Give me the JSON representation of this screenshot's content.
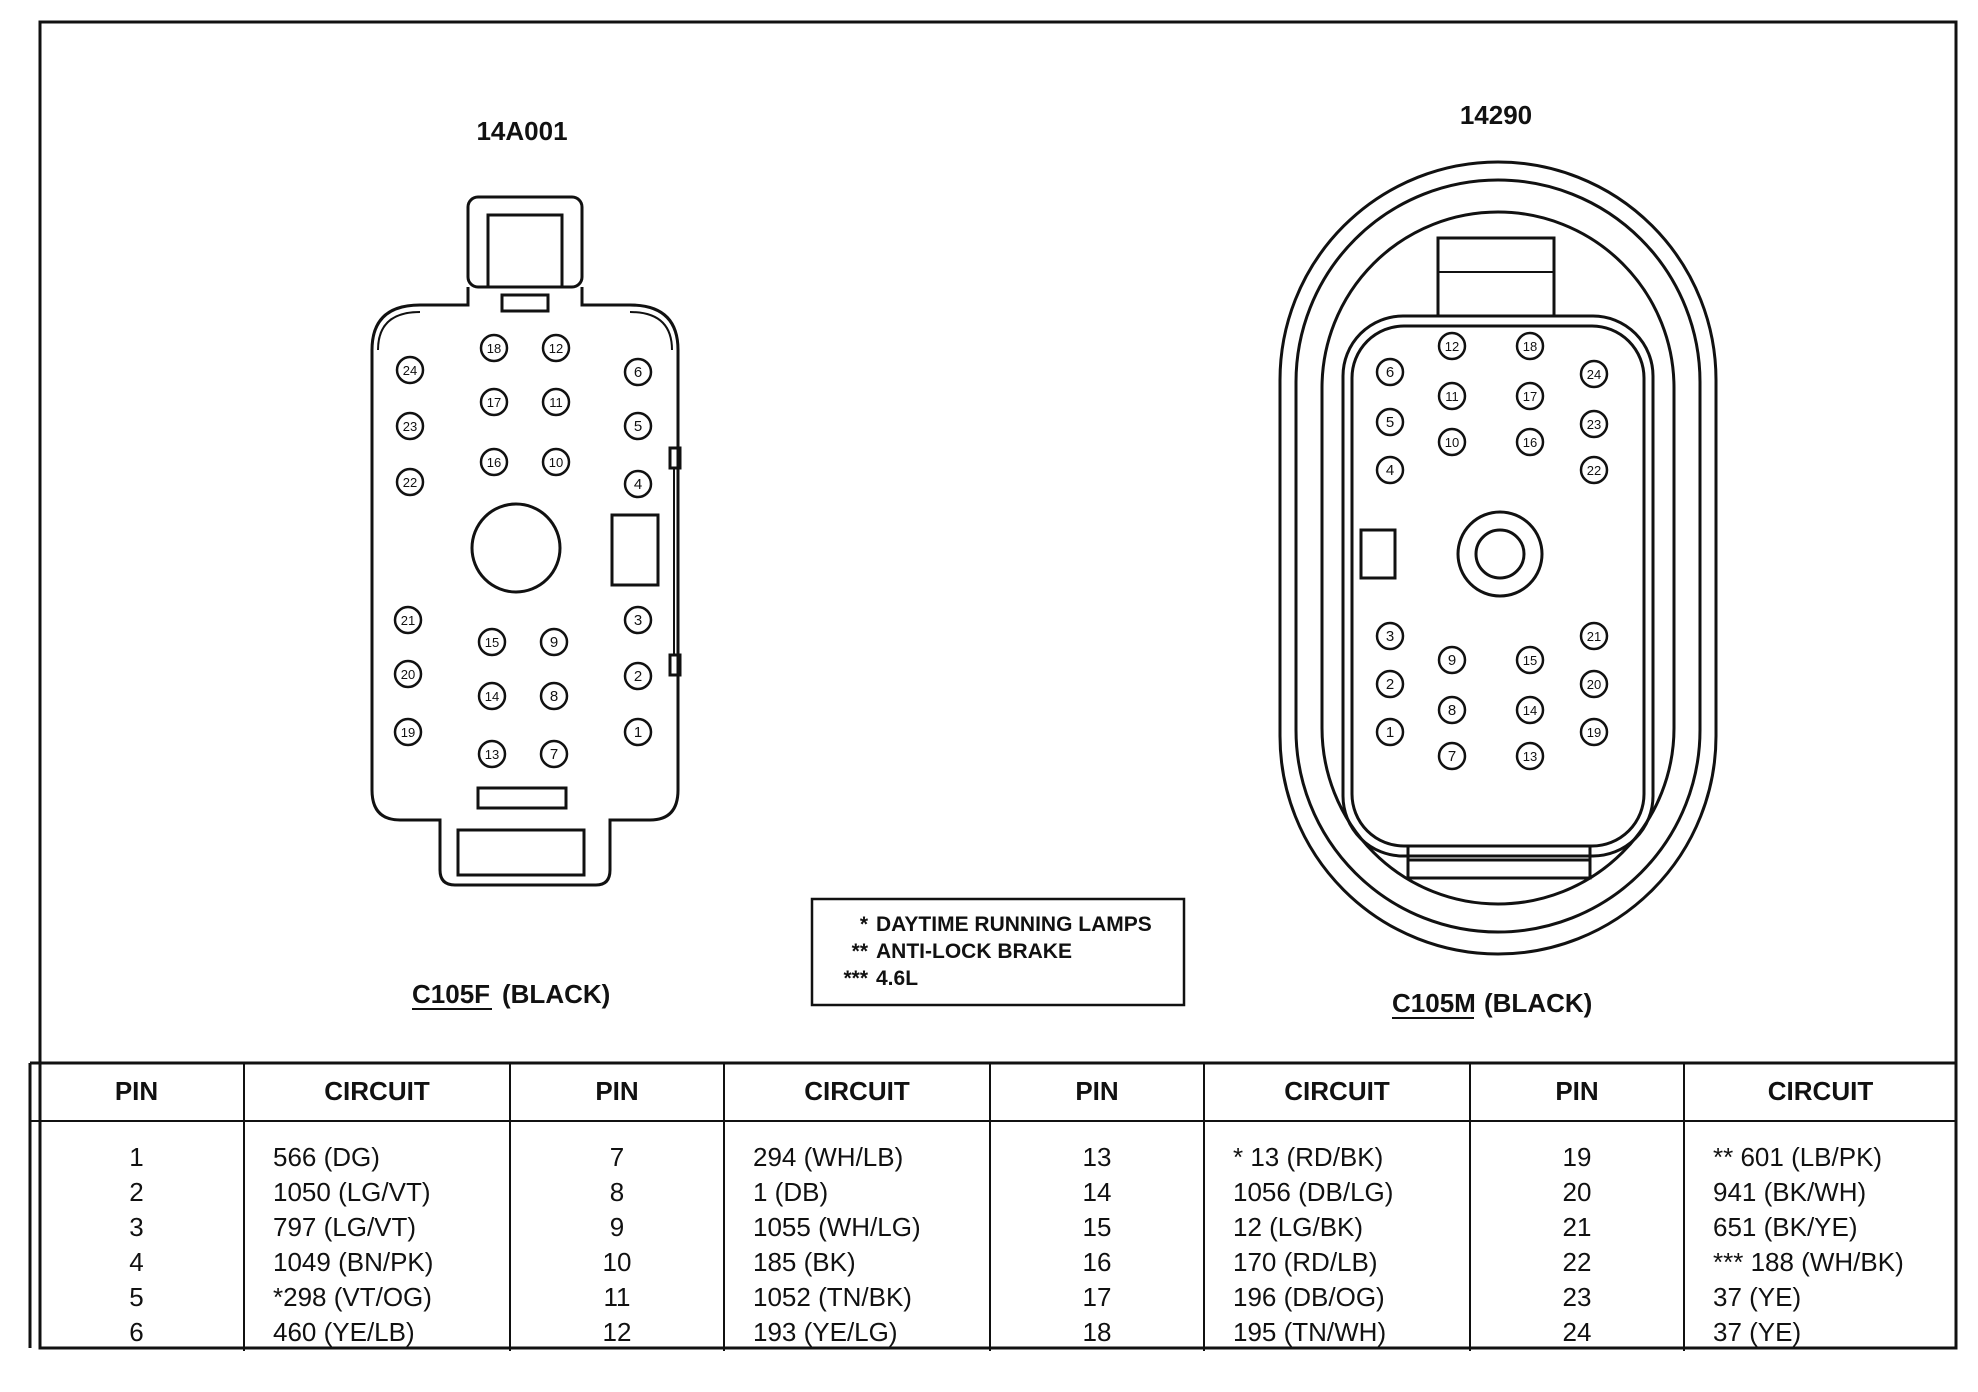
{
  "connectors": {
    "left": {
      "part_number": "14A001",
      "name": "C105F",
      "color": "(BLACK)"
    },
    "right": {
      "part_number": "14290",
      "name": "C105M",
      "color": "(BLACK)"
    }
  },
  "legend": [
    {
      "mark": "*",
      "text": "DAYTIME RUNNING LAMPS"
    },
    {
      "mark": "**",
      "text": "ANTI-LOCK BRAKE"
    },
    {
      "mark": "***",
      "text": "4.6L"
    }
  ],
  "table": {
    "pin_header": "PIN",
    "circuit_header": "CIRCUIT",
    "groups": [
      {
        "pins": [
          "1",
          "2",
          "3",
          "4",
          "5",
          "6"
        ],
        "circuits": [
          "566 (DG)",
          "1050 (LG/VT)",
          "797 (LG/VT)",
          "1049 (BN/PK)",
          "*298 (VT/OG)",
          "460 (YE/LB)"
        ]
      },
      {
        "pins": [
          "7",
          "8",
          "9",
          "10",
          "11",
          "12"
        ],
        "circuits": [
          "294 (WH/LB)",
          "1 (DB)",
          "1055 (WH/LG)",
          "185 (BK)",
          "1052 (TN/BK)",
          "193 (YE/LG)"
        ]
      },
      {
        "pins": [
          "13",
          "14",
          "15",
          "16",
          "17",
          "18"
        ],
        "circuits": [
          "* 13 (RD/BK)",
          "1056 (DB/LG)",
          "12 (LG/BK)",
          "170 (RD/LB)",
          "196 (DB/OG)",
          "195 (TN/WH)"
        ]
      },
      {
        "pins": [
          "19",
          "20",
          "21",
          "22",
          "23",
          "24"
        ],
        "circuits": [
          "** 601 (LB/PK)",
          "941 (BK/WH)",
          "651 (BK/YE)",
          "*** 188 (WH/BK)",
          "37 (YE)",
          "37 (YE)"
        ]
      }
    ]
  }
}
